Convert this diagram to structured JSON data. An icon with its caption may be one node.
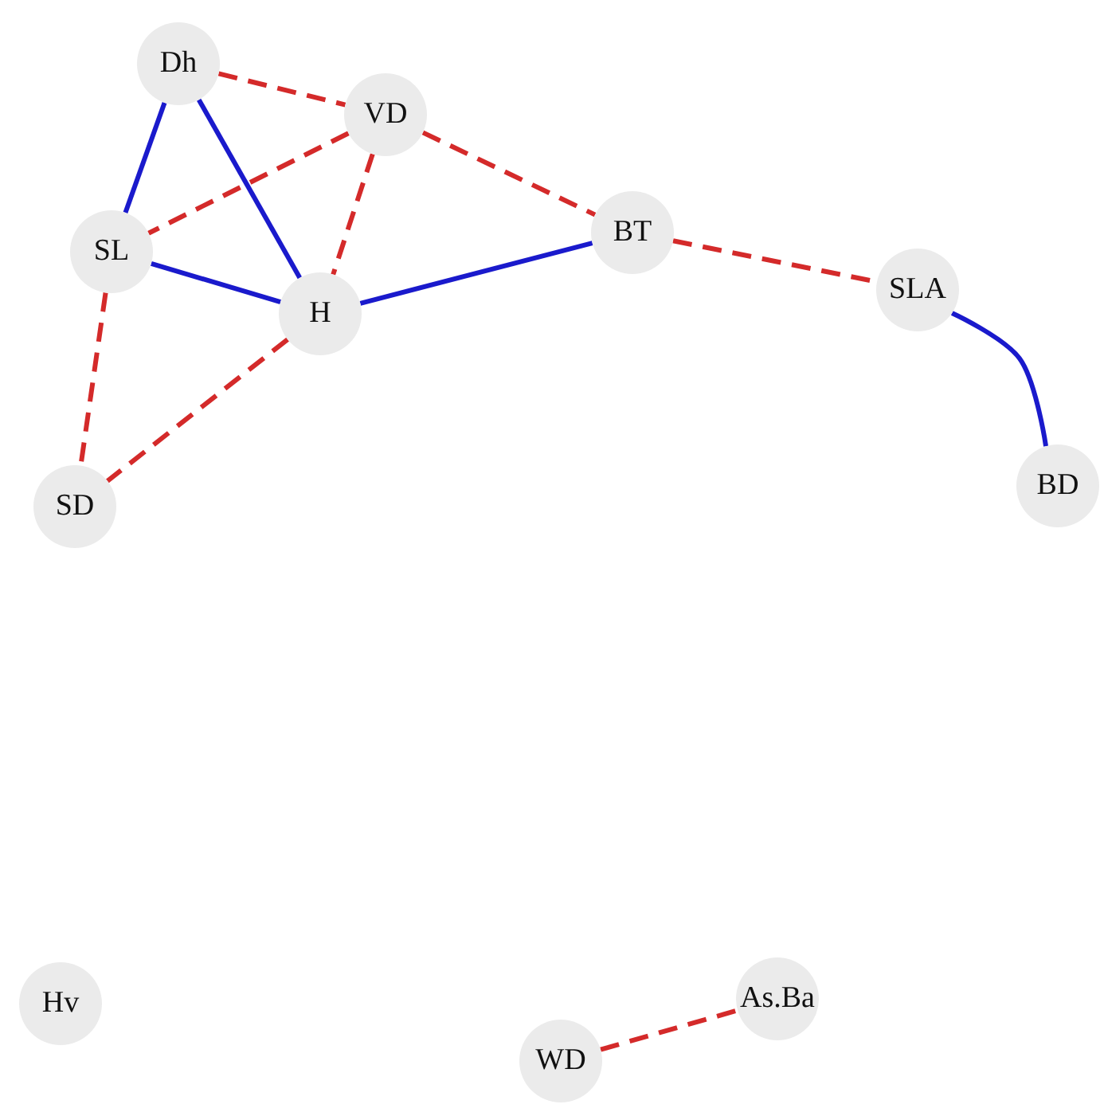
{
  "diagram": {
    "nodes": [
      {
        "text": [
          "Dh"
        ]
      },
      {
        "text": [
          "VD"
        ]
      },
      {
        "text": [
          "SL"
        ]
      },
      {
        "text": [
          "BT"
        ]
      },
      {
        "text": [
          "H"
        ]
      },
      {
        "text": [
          "SLA"
        ]
      },
      {
        "text": [
          "SD"
        ]
      },
      {
        "text": [
          "BD"
        ]
      },
      {
        "text": [
          "Hv"
        ]
      },
      {
        "text": [
          "As.Ba"
        ]
      },
      {
        "text": [
          "WD"
        ]
      }
    ],
    "edges": [
      {
        "from": 0,
        "to": 1,
        "arrow": "none",
        "style": "dashed"
      },
      {
        "from": 0,
        "to": 2,
        "arrow": "none",
        "color": "#1a1acc"
      },
      {
        "from": 0,
        "to": 4,
        "arrow": "none",
        "color": "#1a1acc"
      },
      {
        "from": 1,
        "to": 2,
        "arrow": "none",
        "style": "dashed"
      },
      {
        "from": 1,
        "to": 4,
        "arrow": "none",
        "style": "dashed"
      },
      {
        "from": 1,
        "to": 3,
        "arrow": "none",
        "style": "dashed"
      },
      {
        "from": 2,
        "to": 4,
        "arrow": "none",
        "color": "#1a1acc"
      },
      {
        "from": 2,
        "to": 6,
        "arrow": "none",
        "style": "dashed"
      },
      {
        "from": 4,
        "to": 6,
        "arrow": "none",
        "style": "dashed"
      },
      {
        "from": 4,
        "to": 3,
        "arrow": "none",
        "color": "#1a1acc"
      },
      {
        "from": 3,
        "to": 5,
        "arrow": "none",
        "style": "dashed"
      },
      {
        "from": 5,
        "to": 7,
        "arrow": "none",
        "color": "#1a1acc"
      },
      {
        "from": 10,
        "to": 9,
        "arrow": "none",
        "style": "dashed"
      }
    ]
  }
}
